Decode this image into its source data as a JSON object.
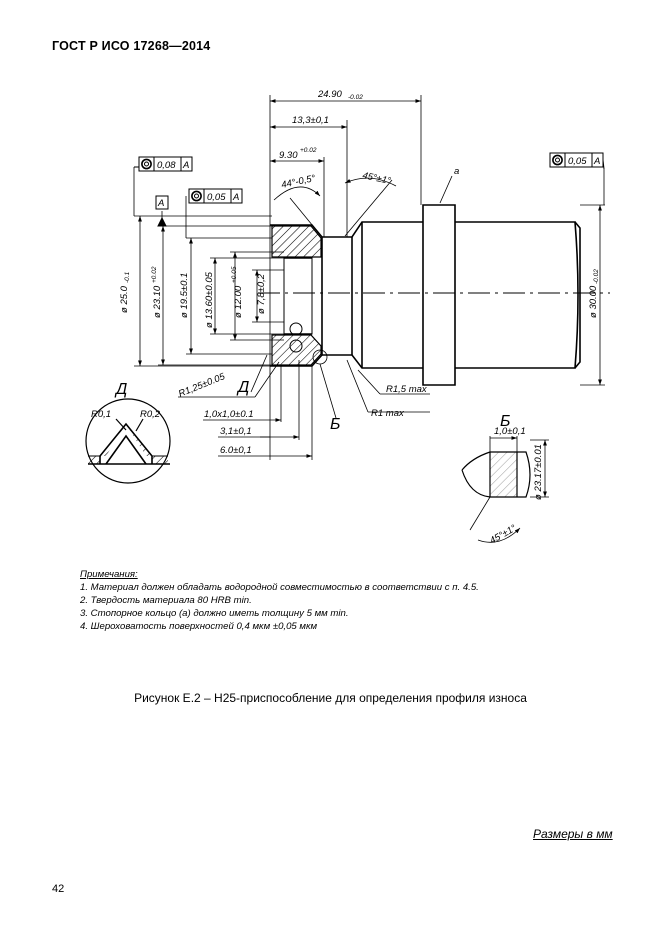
{
  "header": {
    "standard": "ГОСТ Р ИСО 17268—2014"
  },
  "drawing": {
    "dims": {
      "overall_length": "24.90",
      "overall_length_tol": "-0.02",
      "len_13": "13,3±0,1",
      "len_9": "9.30",
      "len_9_tol": "+0.02",
      "angle_44": "44°-0,5°",
      "angle_45": "45°±1°",
      "label_a": "a",
      "dia_250": "ø 25.0",
      "dia_250_tol": "-0.1",
      "dia_2310": "ø 23.10",
      "dia_2310_tol": "+0.02",
      "dia_195": "ø 19.5±0.1",
      "dia_1360": "ø 13.60±0.05",
      "dia_1200": "ø 12.00",
      "dia_1200_tol": "+0.05",
      "dia_78": "ø 7,8±0,2",
      "dia_3000": "ø 30.00",
      "dia_3000_tol": "-0.02",
      "r125": "R1,25±0.05",
      "r15": "R1,5 max",
      "r1": "R1 max",
      "len_1x1": "1,0x1,0±0.1",
      "len_31": "3,1±0,1",
      "len_60": "6.0±0,1",
      "r01": "R0,1",
      "r02": "R0,2",
      "detail_len": "1,0±0,1",
      "detail_dia": "ø 23.17±0.01",
      "detail_angle": "45°±1°"
    },
    "gdt": {
      "frame1_value": "0,08",
      "frame1_datum": "A",
      "frame2_value": "0,05",
      "frame2_datum": "A",
      "frame3_value": "0,05",
      "frame3_datum": "A",
      "datum_label": "A"
    },
    "labels": {
      "section_d": "Д",
      "section_d2": "Д",
      "section_b": "Б",
      "section_b2": "Б"
    }
  },
  "notes": {
    "title": "Примечания:",
    "items": [
      "1. Материал должен обладать водородной совместимостью в соответствии с п. 4.5.",
      "2. Твердость материала 80 HRB min.",
      "3. Стопорное кольцо (a) должно иметь толщину 5 мм min.",
      "4.  Шероховатость  поверхностей  0,4 мкм ±0,05 мкм"
    ]
  },
  "caption": "Рисунок Е.2 – Н25-приспособление для определения профиля износа",
  "sizes_note": "Размеры в мм",
  "page_number": "42"
}
